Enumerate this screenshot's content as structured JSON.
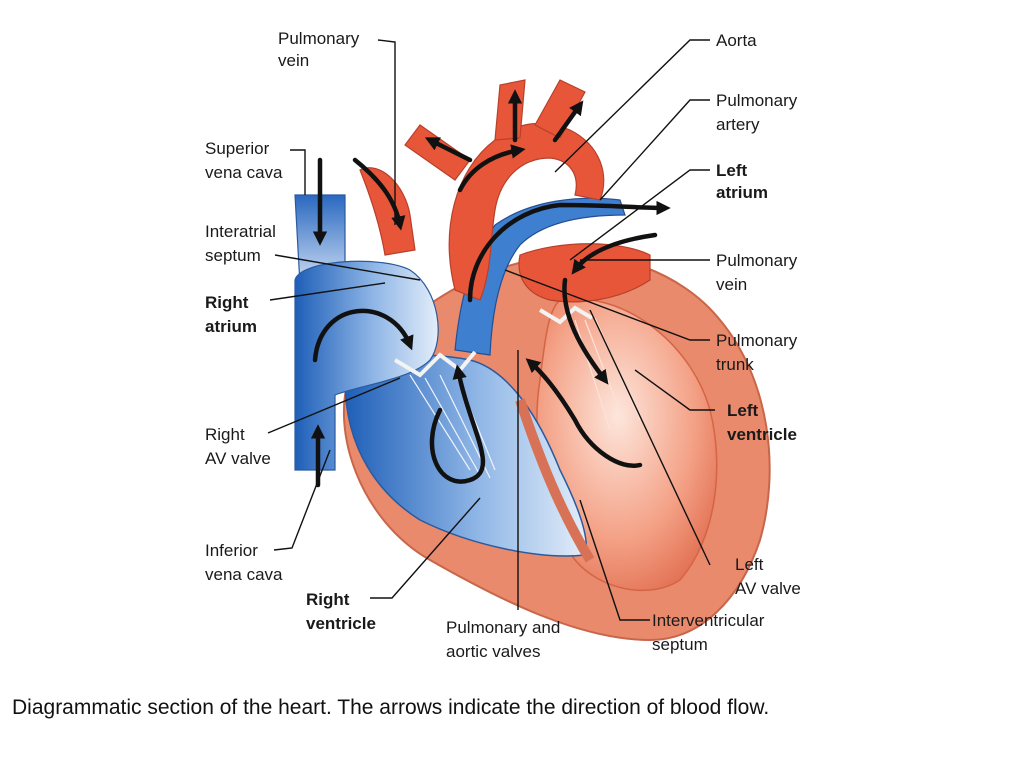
{
  "labels": {
    "pulmonary_vein_top": [
      "Pulmonary",
      "vein"
    ],
    "superior_vena_cava": [
      "Superior",
      "vena cava"
    ],
    "interatrial_septum": [
      "Interatrial",
      "septum"
    ],
    "right_atrium": [
      "Right",
      "atrium"
    ],
    "right_av_valve": [
      "Right",
      "AV valve"
    ],
    "inferior_vena_cava": [
      "Inferior",
      "vena cava"
    ],
    "right_ventricle": [
      "Right",
      "ventricle"
    ],
    "pulmonary_aortic_valves": [
      "Pulmonary and",
      "aortic valves"
    ],
    "interventricular_septum": [
      "Interventricular",
      "septum"
    ],
    "left_av_valve": [
      "Left",
      "AV valve"
    ],
    "left_ventricle": [
      "Left",
      "ventricle"
    ],
    "pulmonary_trunk": [
      "Pulmonary",
      "trunk"
    ],
    "pulmonary_vein_right": [
      "Pulmonary",
      "vein"
    ],
    "left_atrium": [
      "Left",
      "atrium"
    ],
    "pulmonary_artery": [
      "Pulmonary",
      "artery"
    ],
    "aorta": [
      "Aorta"
    ]
  },
  "caption": "Diagrammatic section of the heart. The arrows indicate the direction of blood flow.",
  "colors": {
    "oxygenated": "#e8563a",
    "deoxygenated": "#2b6fc4",
    "muscle": "#e98a6c"
  }
}
